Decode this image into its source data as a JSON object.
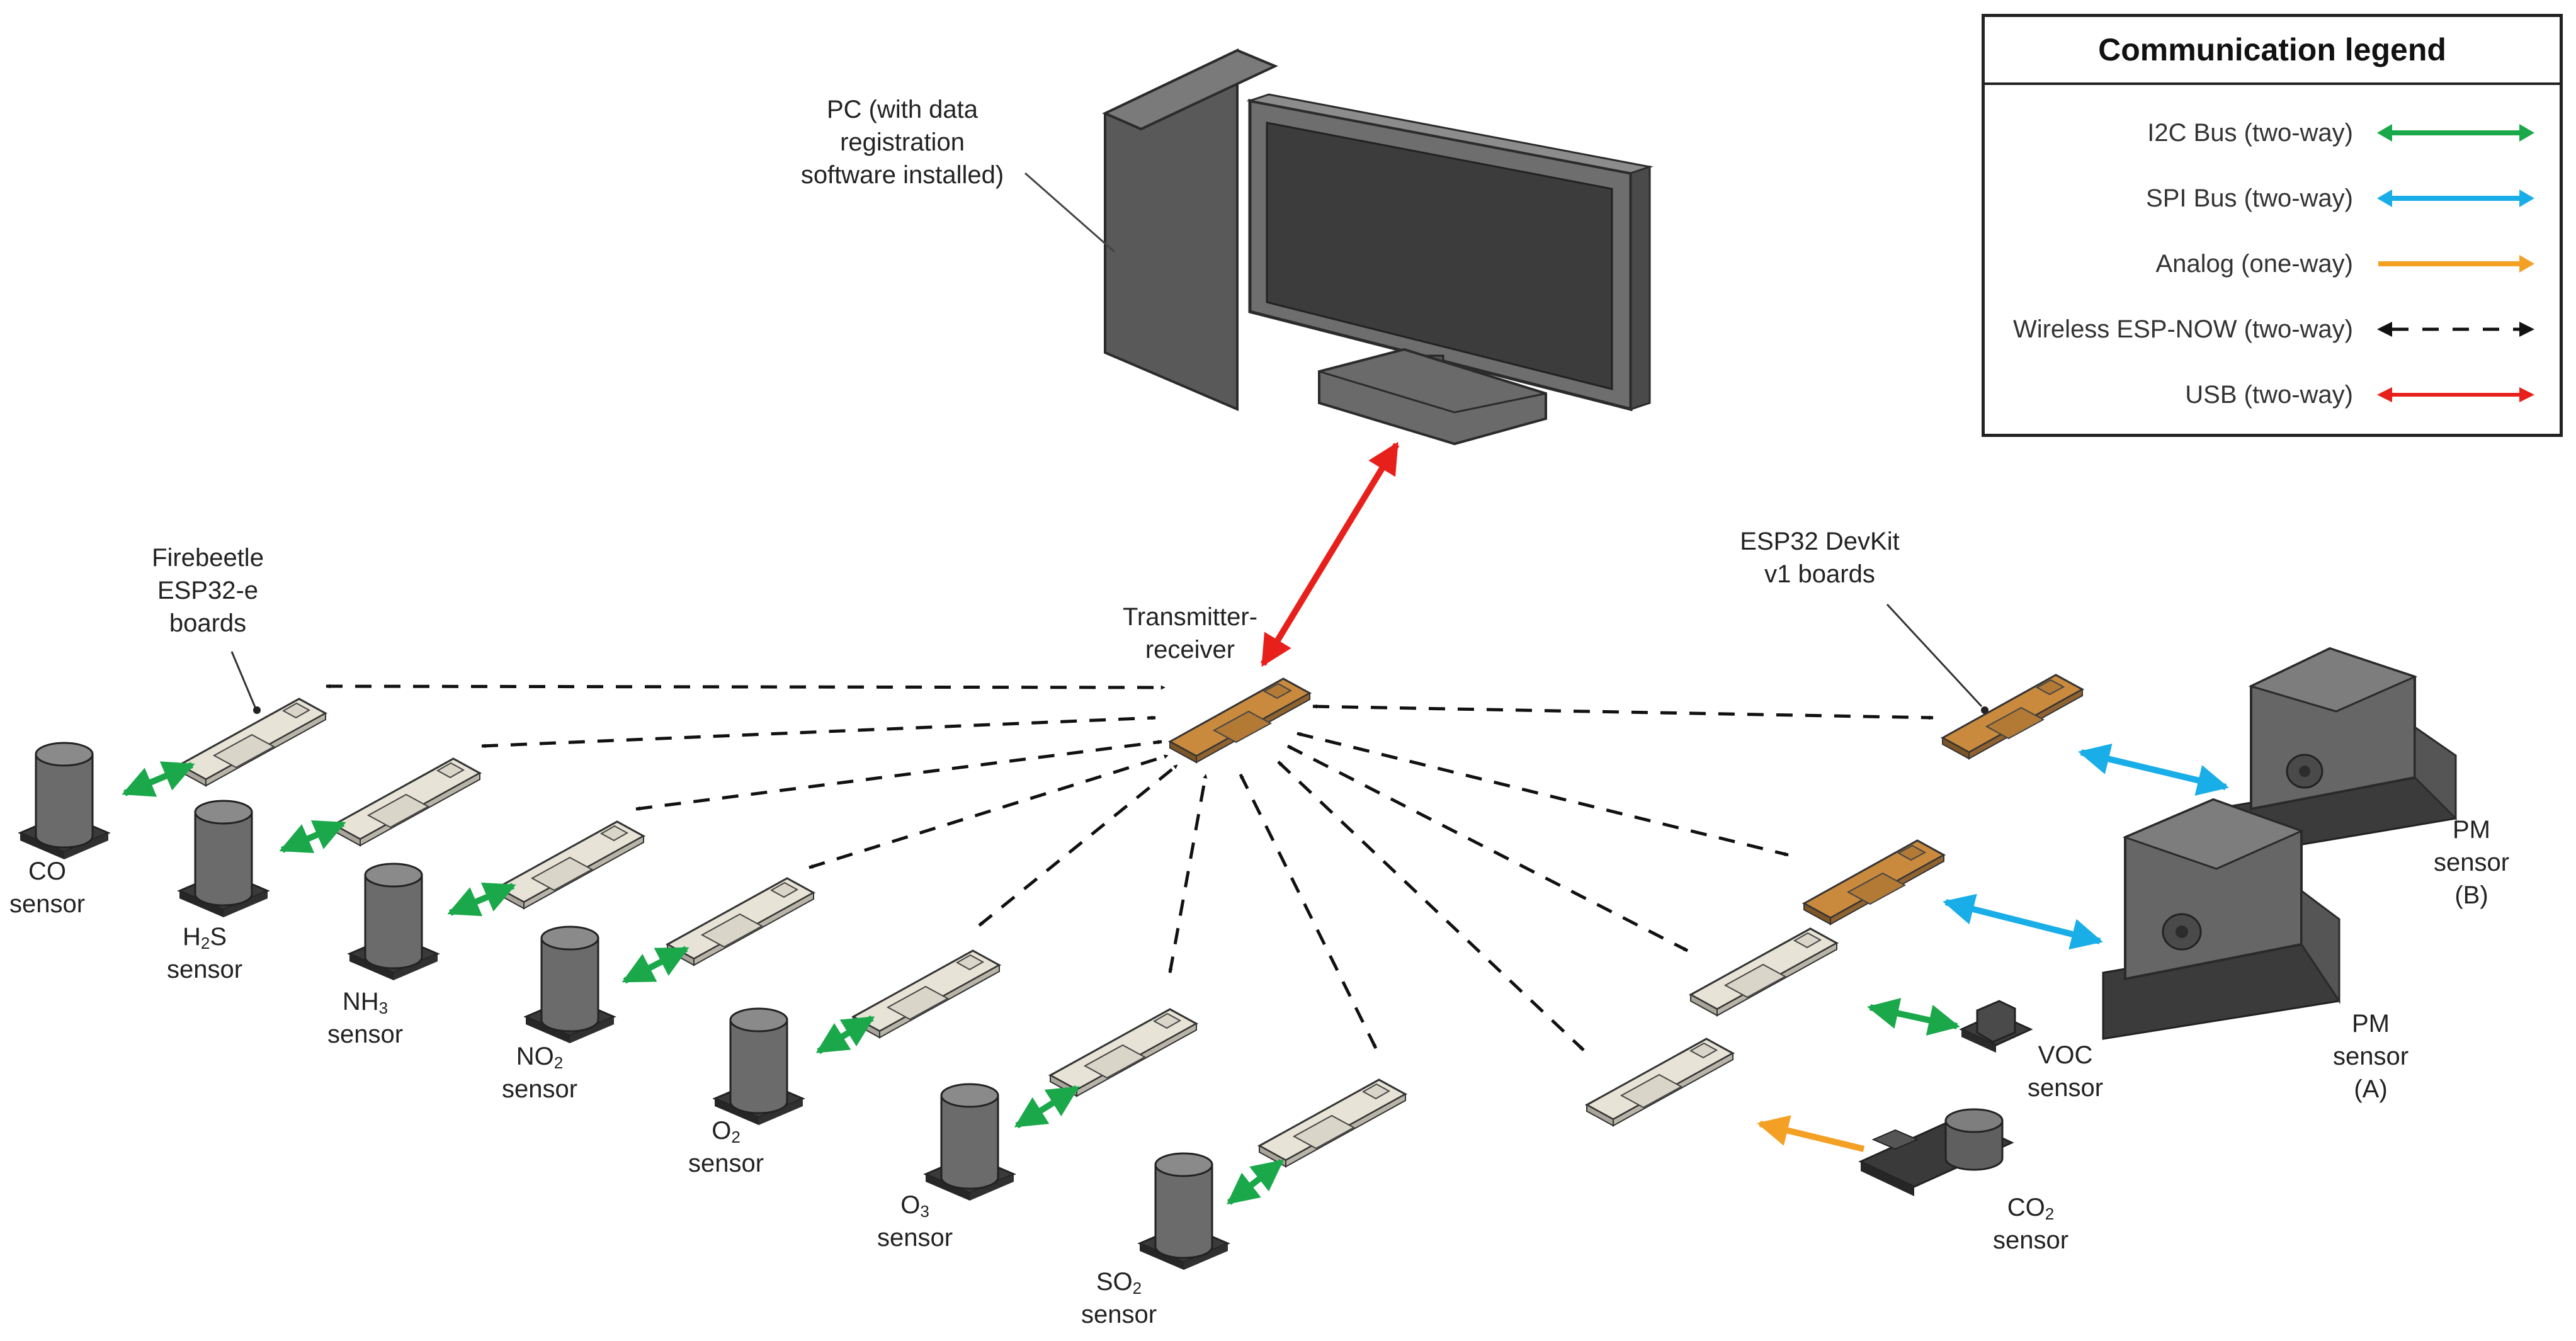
{
  "pc_label": [
    "PC (with data",
    "registration",
    "software installed)"
  ],
  "transceiver_label": [
    "Transmitter-",
    "receiver"
  ],
  "firebeetle_label": [
    "Firebeetle",
    "ESP32-e",
    "boards"
  ],
  "devkit_label": [
    "ESP32 DevKit",
    "v1 boards"
  ],
  "sensors": {
    "co": {
      "line1": "CO",
      "line2": "sensor"
    },
    "h2s": {
      "pre": "H",
      "sub": "2",
      "post": "S",
      "line2": "sensor"
    },
    "nh3": {
      "pre": "NH",
      "sub": "3",
      "post": "",
      "line2": "sensor"
    },
    "no2": {
      "pre": "NO",
      "sub": "2",
      "post": "",
      "line2": "sensor"
    },
    "o2": {
      "pre": "O",
      "sub": "2",
      "post": "",
      "line2": "sensor"
    },
    "o3": {
      "pre": "O",
      "sub": "3",
      "post": "",
      "line2": "sensor"
    },
    "so2": {
      "pre": "SO",
      "sub": "2",
      "post": "",
      "line2": "sensor"
    },
    "co2": {
      "pre": "CO",
      "sub": "2",
      "post": "",
      "line2": "sensor"
    },
    "voc": {
      "line1": "VOC",
      "line2": "sensor"
    },
    "pm_a": {
      "line1": "PM",
      "line2": "sensor",
      "line3": "(A)"
    },
    "pm_b": {
      "line1": "PM",
      "line2": "sensor",
      "line3": "(B)"
    }
  },
  "legend": {
    "title": "Communication legend",
    "items": [
      {
        "label": "I2C Bus (two-way)",
        "color": "#1aa84a",
        "style": "solid",
        "ends": "two"
      },
      {
        "label": "SPI Bus (two-way)",
        "color": "#19aee8",
        "style": "solid",
        "ends": "two"
      },
      {
        "label": "Analog (one-way)",
        "color": "#f4a024",
        "style": "solid",
        "ends": "one"
      },
      {
        "label": "Wireless ESP-NOW (two-way)",
        "color": "#111111",
        "style": "dashed",
        "ends": "two"
      },
      {
        "label": "USB (two-way)",
        "color": "#e8201c",
        "style": "solid",
        "ends": "two"
      }
    ]
  },
  "colors": {
    "i2c": "#1aa84a",
    "spi": "#19aee8",
    "analog": "#f4a024",
    "wireless": "#111111",
    "usb": "#e8201c",
    "board_light": "#e7e3d6",
    "board_orange": "#c98a3e",
    "device_gray": "#5a5a5a"
  }
}
